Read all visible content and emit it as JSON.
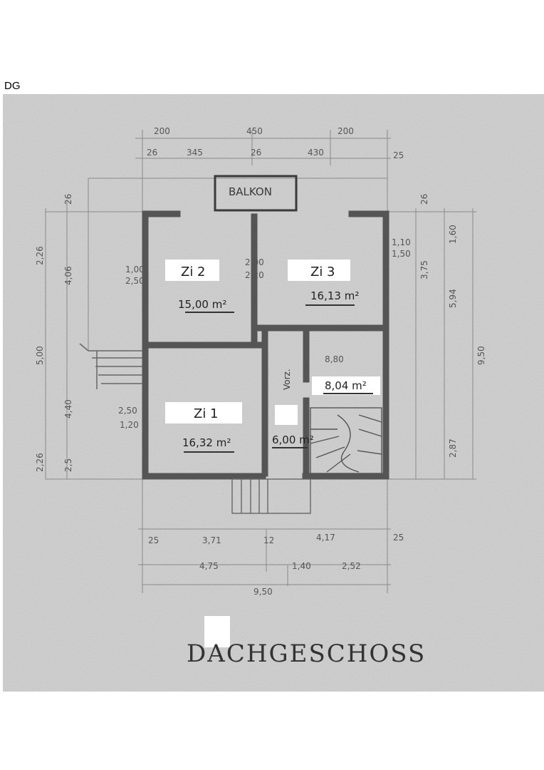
{
  "page_label": "DG",
  "plan": {
    "balcony": "BALKON",
    "rooms": [
      {
        "name": "Zi 2",
        "area": "15,00 m²"
      },
      {
        "name": "Zi 3",
        "area": "16,13 m²"
      },
      {
        "name": "Zi 1",
        "area": "16,32 m²"
      },
      {
        "name": "Vorz.",
        "area": "6,00 m²"
      },
      {
        "name": "",
        "area": "8,04 m²"
      }
    ],
    "title": "DACHGESCHOSS",
    "dims_top_outer": [
      "200",
      "450",
      "200"
    ],
    "dims_top_inner": [
      "26",
      "345",
      "26",
      "430",
      "25"
    ],
    "dims_bottom_inner": [
      "25",
      "3,71",
      "12",
      "4,17",
      "25"
    ],
    "dims_bottom_mid": [
      "4,75",
      "1,40",
      "2,52"
    ],
    "dim_bottom_total": "9,50",
    "dims_left": [
      "26",
      "2,26",
      "4,06",
      "5,00",
      "4,40",
      "2,26",
      "2,5"
    ],
    "dims_right": [
      "26",
      "1,60",
      "3,75",
      "5,94",
      "9,50",
      "2,87"
    ],
    "dims_misc": [
      "2,00",
      "2,20",
      "2,50",
      "1,20",
      "1,00",
      "2,50",
      "1,10",
      "1,50",
      "8,80"
    ]
  },
  "colors": {
    "paper": "#d6d6d6",
    "ink": "#3a3a3a",
    "wall": "#5a5a5a",
    "label_bg": "#ffffff"
  }
}
